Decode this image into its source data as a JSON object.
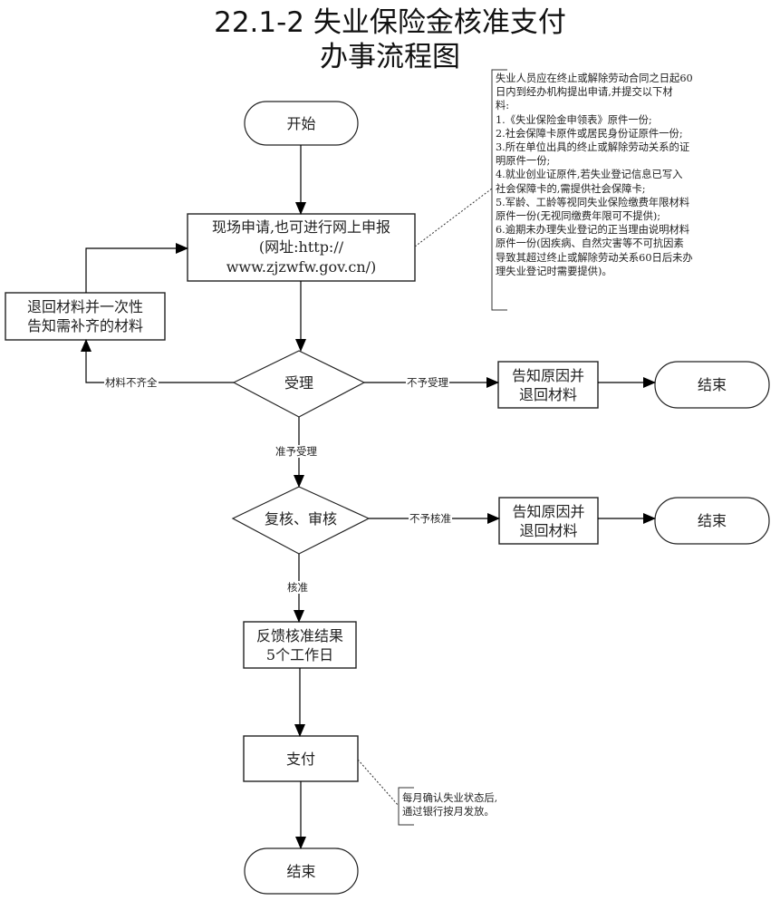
{
  "title": {
    "line1": "22.1-2 失业保险金核准支付",
    "line2": "办事流程图"
  },
  "nodes": {
    "start": "开始",
    "apply": [
      "现场申请,也可进行网上申报",
      "(网址:http://",
      "www.zjzwfw.gov.cn/)"
    ],
    "return_materials": [
      "退回材料并一次性",
      "告知需补齐的材料"
    ],
    "decision_accept": "受理",
    "reject_notice_1": [
      "告知原因并",
      "退回材料"
    ],
    "end_1": "结束",
    "decision_review": "复核、审核",
    "reject_notice_2": [
      "告知原因并",
      "退回材料"
    ],
    "end_2": "结束",
    "feedback": [
      "反馈核准结果",
      "5个工作日"
    ],
    "payment": "支付",
    "end_final": "结束"
  },
  "edge_labels": {
    "incomplete": "材料不齐全",
    "not_accepted": "不予受理",
    "accepted": "准予受理",
    "not_approved": "不予核准",
    "approved": "核准"
  },
  "notes": {
    "application_requirements": [
      "失业人员应在终止或解除劳动合同之日起60",
      "日内到经办机构提出申请,并提交以下材",
      "料:",
      "1.《失业保险金申领表》原件一份;",
      "2.社会保障卡原件或居民身份证原件一份;",
      "3.所在单位出具的终止或解除劳动关系的证",
      "明原件一份;",
      "4.就业创业证原件,若失业登记信息已写入",
      "社会保障卡的,需提供社会保障卡;",
      "5.军龄、工龄等视同失业保险缴费年限材料",
      "原件一份(无视同缴费年限可不提供);",
      "6.逾期未办理失业登记的正当理由说明材料",
      "原件一份(因疾病、自然灾害等不可抗因素",
      "导致其超过终止或解除劳动关系60日后未办",
      "理失业登记时需要提供)。"
    ],
    "payment_note": [
      "每月确认失业状态后,",
      "通过银行按月发放。"
    ]
  }
}
